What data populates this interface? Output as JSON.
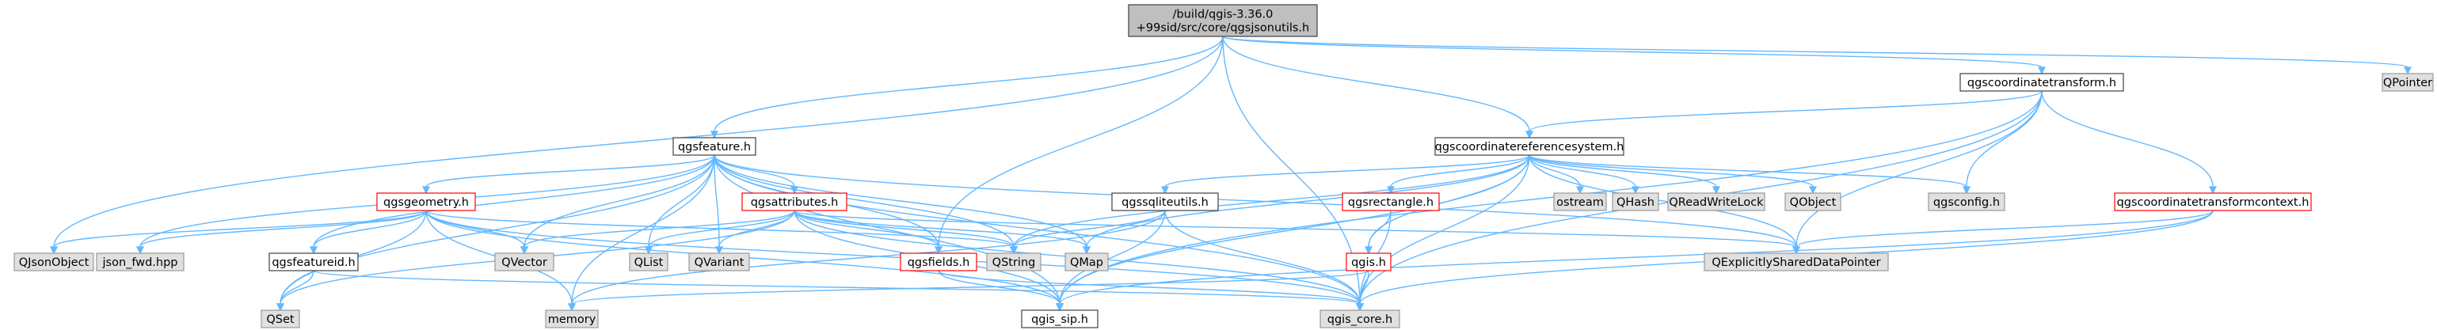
{
  "diagram": {
    "type": "include-dependency-graph",
    "colors": {
      "edge": "#63b8ff",
      "edge_special": "#cd2626",
      "root_fill": "#bfbfbf",
      "root_stroke": "#404040",
      "internal_fill": "#ffffff",
      "internal_stroke": "#404040",
      "incomplete_fill": "#ffffff",
      "incomplete_stroke": "#ff0000",
      "external_fill": "#e0e0e0",
      "external_stroke": "#999999"
    },
    "nodes": [
      {
        "id": "root",
        "lines": [
          "/build/qgis-3.36.0",
          "+99sid/src/core/qgsjsonutils.h"
        ],
        "kind": "root"
      },
      {
        "id": "qgsfeature",
        "lines": [
          "qgsfeature.h"
        ],
        "kind": "internal"
      },
      {
        "id": "qgscoordinatereferencesystem",
        "lines": [
          "qgscoordinatereferencesystem.h"
        ],
        "kind": "internal"
      },
      {
        "id": "qgscoordinatetransform",
        "lines": [
          "qgscoordinatetransform.h"
        ],
        "kind": "internal"
      },
      {
        "id": "QPointer",
        "lines": [
          "QPointer"
        ],
        "kind": "external"
      },
      {
        "id": "qgsgeometry",
        "lines": [
          "qgsgeometry.h"
        ],
        "kind": "incomplete"
      },
      {
        "id": "qgsattributes",
        "lines": [
          "qgsattributes.h"
        ],
        "kind": "incomplete"
      },
      {
        "id": "qgssqliteutils",
        "lines": [
          "qgssqliteutils.h"
        ],
        "kind": "internal"
      },
      {
        "id": "qgsrectangle",
        "lines": [
          "qgsrectangle.h"
        ],
        "kind": "incomplete"
      },
      {
        "id": "ostream",
        "lines": [
          "ostream"
        ],
        "kind": "external"
      },
      {
        "id": "QHash",
        "lines": [
          "QHash"
        ],
        "kind": "external"
      },
      {
        "id": "QReadWriteLock",
        "lines": [
          "QReadWriteLock"
        ],
        "kind": "external"
      },
      {
        "id": "QObject",
        "lines": [
          "QObject"
        ],
        "kind": "external"
      },
      {
        "id": "qgsconfig",
        "lines": [
          "qgsconfig.h"
        ],
        "kind": "external"
      },
      {
        "id": "qgscoordinatetransformcontext",
        "lines": [
          "qgscoordinatetransformcontext.h"
        ],
        "kind": "incomplete"
      },
      {
        "id": "QJsonObject",
        "lines": [
          "QJsonObject"
        ],
        "kind": "external"
      },
      {
        "id": "json_fwd",
        "lines": [
          "json_fwd.hpp"
        ],
        "kind": "external"
      },
      {
        "id": "qgsfeatureid",
        "lines": [
          "qgsfeatureid.h"
        ],
        "kind": "internal"
      },
      {
        "id": "QVector",
        "lines": [
          "QVector"
        ],
        "kind": "external"
      },
      {
        "id": "QList",
        "lines": [
          "QList"
        ],
        "kind": "external"
      },
      {
        "id": "QVariant",
        "lines": [
          "QVariant"
        ],
        "kind": "external"
      },
      {
        "id": "QString",
        "lines": [
          "QString"
        ],
        "kind": "external"
      },
      {
        "id": "QMap",
        "lines": [
          "QMap"
        ],
        "kind": "external"
      },
      {
        "id": "qgsfields",
        "lines": [
          "qgsfields.h"
        ],
        "kind": "incomplete"
      },
      {
        "id": "qgis",
        "lines": [
          "qgis.h"
        ],
        "kind": "incomplete"
      },
      {
        "id": "QExplicitlySharedDataPointer",
        "lines": [
          "QExplicitlySharedDataPointer"
        ],
        "kind": "external"
      },
      {
        "id": "QSet",
        "lines": [
          "QSet"
        ],
        "kind": "external"
      },
      {
        "id": "memory",
        "lines": [
          "memory"
        ],
        "kind": "external"
      },
      {
        "id": "qgis_sip",
        "lines": [
          "qgis_sip.h"
        ],
        "kind": "internal"
      },
      {
        "id": "qgis_core",
        "lines": [
          "qgis_core.h"
        ],
        "kind": "external"
      }
    ],
    "edges": [
      {
        "from": "root",
        "to": "qgsfeature"
      },
      {
        "from": "root",
        "to": "qgscoordinatereferencesystem"
      },
      {
        "from": "root",
        "to": "qgscoordinatetransform"
      },
      {
        "from": "root",
        "to": "QPointer"
      },
      {
        "from": "root",
        "to": "QJsonObject"
      },
      {
        "from": "root",
        "to": "qgsfields"
      },
      {
        "from": "root",
        "to": "qgis_core"
      },
      {
        "from": "qgsfeature",
        "to": "qgsgeometry"
      },
      {
        "from": "qgsfeature",
        "to": "qgsattributes"
      },
      {
        "from": "qgsfeature",
        "to": "qgsfeatureid"
      },
      {
        "from": "qgsfeature",
        "to": "QVector"
      },
      {
        "from": "qgsfeature",
        "to": "QList"
      },
      {
        "from": "qgsfeature",
        "to": "QVariant"
      },
      {
        "from": "qgsfeature",
        "to": "QString"
      },
      {
        "from": "qgsfeature",
        "to": "QMap"
      },
      {
        "from": "qgsfeature",
        "to": "qgsfields"
      },
      {
        "from": "qgsfeature",
        "to": "json_fwd"
      },
      {
        "from": "qgsfeature",
        "to": "QSet"
      },
      {
        "from": "qgsfeature",
        "to": "qgis_sip"
      },
      {
        "from": "qgsfeature",
        "to": "qgis_core"
      },
      {
        "from": "qgsfeature",
        "to": "QExplicitlySharedDataPointer"
      },
      {
        "from": "qgsfeature",
        "to": "memory"
      },
      {
        "from": "qgsgeometry",
        "to": "QJsonObject"
      },
      {
        "from": "qgsgeometry",
        "to": "json_fwd"
      },
      {
        "from": "qgsgeometry",
        "to": "qgsfeatureid"
      },
      {
        "from": "qgsgeometry",
        "to": "QVector"
      },
      {
        "from": "qgsgeometry",
        "to": "QString"
      },
      {
        "from": "qgsgeometry",
        "to": "QSet"
      },
      {
        "from": "qgsgeometry",
        "to": "memory"
      },
      {
        "from": "qgsgeometry",
        "to": "qgis_sip"
      },
      {
        "from": "qgsgeometry",
        "to": "qgis_core"
      },
      {
        "from": "qgsattributes",
        "to": "QVector"
      },
      {
        "from": "qgsattributes",
        "to": "QList"
      },
      {
        "from": "qgsattributes",
        "to": "QVariant"
      },
      {
        "from": "qgsattributes",
        "to": "QString"
      },
      {
        "from": "qgsattributes",
        "to": "QMap"
      },
      {
        "from": "qgsattributes",
        "to": "qgsfields"
      },
      {
        "from": "qgsattributes",
        "to": "qgis_sip"
      },
      {
        "from": "qgsattributes",
        "to": "qgis_core"
      },
      {
        "from": "qgsattributes",
        "to": "QSet"
      },
      {
        "from": "qgsattributes",
        "to": "QExplicitlySharedDataPointer"
      },
      {
        "from": "qgsfeatureid",
        "to": "QSet"
      },
      {
        "from": "qgsfeatureid",
        "to": "qgis_core"
      },
      {
        "from": "qgsfields",
        "to": "qgis_sip"
      },
      {
        "from": "qgsfields",
        "to": "qgis_core"
      },
      {
        "from": "qgscoordinatereferencesystem",
        "to": "qgssqliteutils"
      },
      {
        "from": "qgscoordinatereferencesystem",
        "to": "qgsrectangle"
      },
      {
        "from": "qgscoordinatereferencesystem",
        "to": "ostream"
      },
      {
        "from": "qgscoordinatereferencesystem",
        "to": "QHash"
      },
      {
        "from": "qgscoordinatereferencesystem",
        "to": "QReadWriteLock"
      },
      {
        "from": "qgscoordinatereferencesystem",
        "to": "QObject"
      },
      {
        "from": "qgscoordinatereferencesystem",
        "to": "qgsconfig"
      },
      {
        "from": "qgscoordinatereferencesystem",
        "to": "QString"
      },
      {
        "from": "qgscoordinatereferencesystem",
        "to": "QMap"
      },
      {
        "from": "qgscoordinatereferencesystem",
        "to": "qgis"
      },
      {
        "from": "qgscoordinatereferencesystem",
        "to": "QExplicitlySharedDataPointer"
      },
      {
        "from": "qgscoordinatereferencesystem",
        "to": "qgis_sip"
      },
      {
        "from": "qgscoordinatereferencesystem",
        "to": "qgis_core"
      },
      {
        "from": "qgssqliteutils",
        "to": "QString"
      },
      {
        "from": "qgssqliteutils",
        "to": "memory"
      },
      {
        "from": "qgssqliteutils",
        "to": "qgis_sip"
      },
      {
        "from": "qgssqliteutils",
        "to": "qgis_core"
      },
      {
        "from": "qgsrectangle",
        "to": "qgis"
      },
      {
        "from": "qgsrectangle",
        "to": "qgis_core"
      },
      {
        "from": "qgis",
        "to": "memory"
      },
      {
        "from": "qgis",
        "to": "qgis_core"
      },
      {
        "from": "qgscoordinatetransform",
        "to": "qgscoordinatereferencesystem"
      },
      {
        "from": "qgscoordinatetransform",
        "to": "qgsconfig"
      },
      {
        "from": "qgscoordinatetransform",
        "to": "qgscoordinatetransformcontext"
      },
      {
        "from": "qgscoordinatetransform",
        "to": "QExplicitlySharedDataPointer"
      },
      {
        "from": "qgscoordinatetransform",
        "to": "qgis_sip"
      },
      {
        "from": "qgscoordinatetransform",
        "to": "qgis_core"
      },
      {
        "from": "qgscoordinatetransformcontext",
        "to": "QExplicitlySharedDataPointer"
      },
      {
        "from": "qgscoordinatetransformcontext",
        "to": "qgis_sip"
      },
      {
        "from": "qgscoordinatetransformcontext",
        "to": "qgis_core"
      }
    ]
  }
}
